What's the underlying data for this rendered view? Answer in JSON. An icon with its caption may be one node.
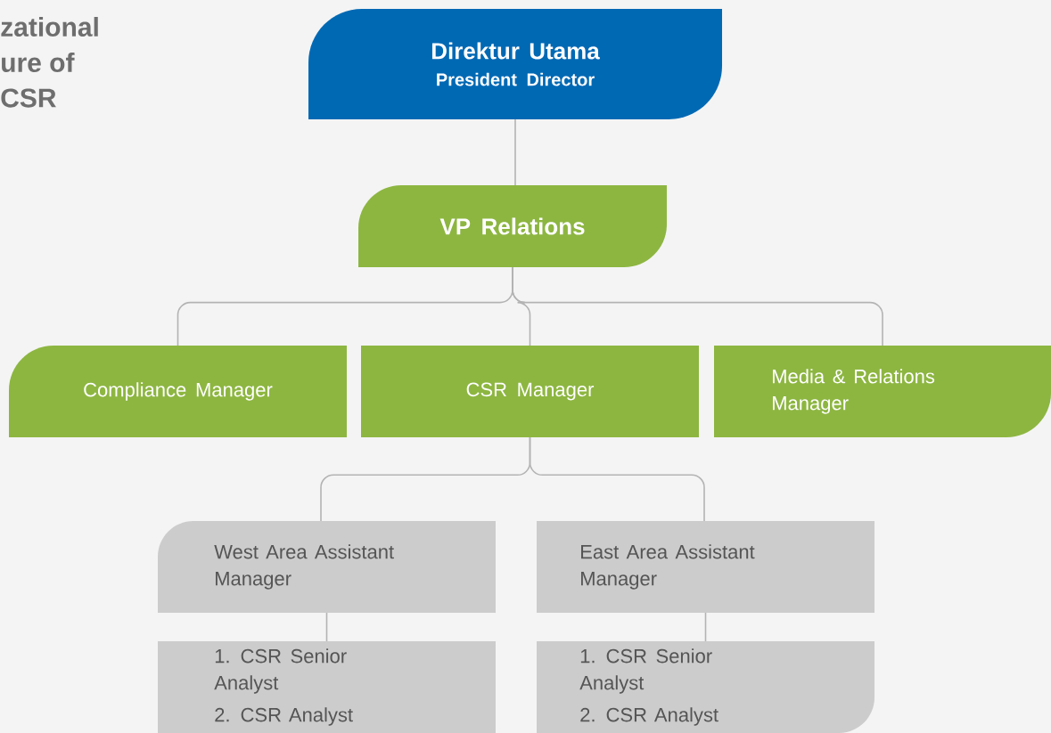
{
  "diagram": {
    "nodes": [
      {
        "text": [
          "Direktur Utama",
          "President Director"
        ]
      },
      {
        "text": [
          "VP Relations"
        ]
      },
      {
        "text": [
          "Compliance Manager"
        ]
      },
      {
        "text": [
          "CSR Manager"
        ]
      },
      {
        "text": [
          "Media & Relations Manager"
        ]
      },
      {
        "text": [
          "West Area Assistant Manager"
        ]
      },
      {
        "text": [
          "East Area Assistant Manager"
        ]
      },
      {
        "text": [
          "1. CSR Senior Analyst",
          "2. CSR Analyst"
        ]
      },
      {
        "text": [
          "1. CSR Senior Analyst",
          "2. CSR Analyst"
        ]
      }
    ],
    "edges": [
      {
        "from": 0,
        "to": 1,
        "arrow": "none"
      },
      {
        "from": 1,
        "to": 2,
        "arrow": "none"
      },
      {
        "from": 1,
        "to": 3,
        "arrow": "none"
      },
      {
        "from": 1,
        "to": 4,
        "arrow": "none"
      },
      {
        "from": 3,
        "to": 5,
        "arrow": "none"
      },
      {
        "from": 3,
        "to": 6,
        "arrow": "none"
      },
      {
        "from": 5,
        "to": 7,
        "arrow": "none"
      },
      {
        "from": 6,
        "to": 8,
        "arrow": "none"
      }
    ],
    "labels": [
      "zational",
      "ure of",
      "CSR"
    ]
  }
}
